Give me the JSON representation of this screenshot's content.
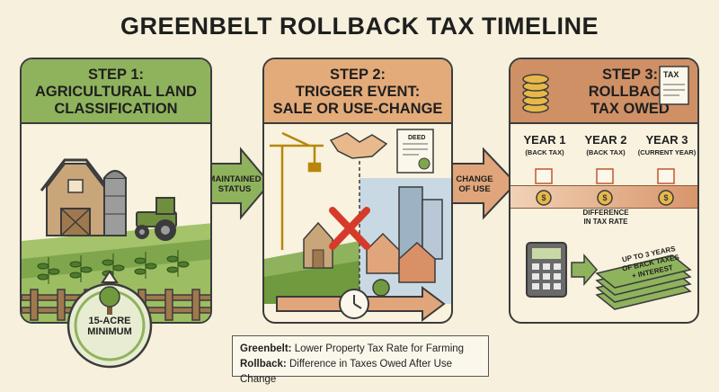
{
  "title": "GREENBELT ROLLBACK TAX TIMELINE",
  "steps": [
    {
      "line1": "STEP 1:",
      "line2": "AGRICULTURAL LAND",
      "line3": "CLASSIFICATION"
    },
    {
      "line1": "STEP 2:",
      "line2": "TRIGGER EVENT:",
      "line3": "SALE OR USE-CHANGE"
    },
    {
      "line1": "STEP 3:",
      "line2": "ROLLBACK",
      "line3": "TAX OWED"
    }
  ],
  "arrow1": {
    "line1": "MAINTAINED",
    "line2": "STATUS"
  },
  "arrow2": {
    "line1": "CHANGE",
    "line2": "OF USE"
  },
  "badge": {
    "line1": "15-ACRE",
    "line2": "MINIMUM"
  },
  "deed_label": "DEED",
  "tax_label": "TAX",
  "years": [
    {
      "title": "YEAR 1",
      "sub": "(BACK TAX)"
    },
    {
      "title": "YEAR 2",
      "sub": "(BACK TAX)"
    },
    {
      "title": "YEAR 3",
      "sub": "(CURRENT YEAR)"
    }
  ],
  "difference_note": {
    "line1": "DIFFERENCE",
    "line2": "IN TAX RATE"
  },
  "money_note": {
    "line1": "UP TO 3 YEARS",
    "line2": "OF BACK TAXES",
    "line3": "+ INTEREST"
  },
  "legend": [
    {
      "term": "Greenbelt:",
      "text": " Lower Property Tax Rate for Farming"
    },
    {
      "term": "Rollback:",
      "text": " Difference in Taxes Owed After Use Change"
    }
  ]
}
